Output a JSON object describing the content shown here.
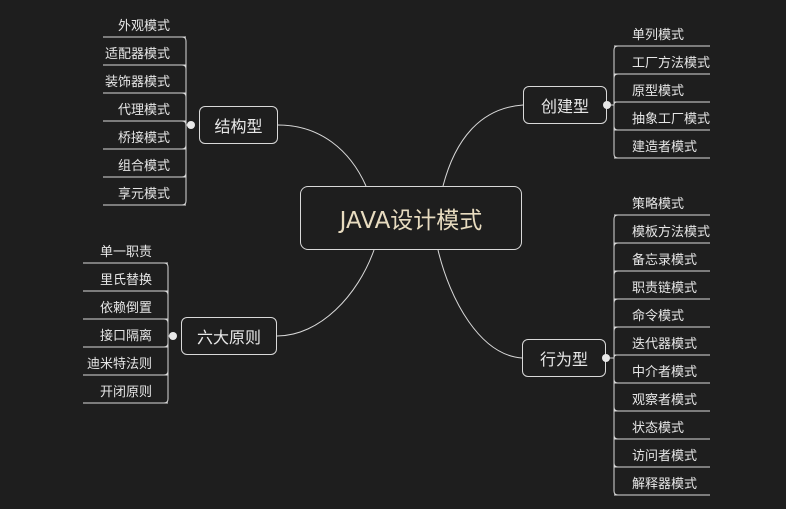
{
  "root": {
    "label": "JAVA设计模式"
  },
  "branches": {
    "creational": {
      "label": "创建型",
      "items": [
        "单列模式",
        "工厂方法模式",
        "原型模式",
        "抽象工厂模式",
        "建造者模式"
      ]
    },
    "behavioral": {
      "label": "行为型",
      "items": [
        "策略模式",
        "模板方法模式",
        "备忘录模式",
        "职责链模式",
        "命令模式",
        "迭代器模式",
        "中介者模式",
        "观察者模式",
        "状态模式",
        "访问者模式",
        "解释器模式"
      ]
    },
    "structural": {
      "label": "结构型",
      "items": [
        "外观模式",
        "适配器模式",
        "装饰器模式",
        "代理模式",
        "桥接模式",
        "组合模式",
        "享元模式"
      ]
    },
    "principles": {
      "label": "六大原则",
      "items": [
        "单一职责",
        "里氏替换",
        "依赖倒置",
        "接口隔离",
        "迪米特法则",
        "开闭原则"
      ]
    }
  },
  "colors": {
    "background": "#1e1e1e",
    "line": "#d9d9d9",
    "root_text": "#e8dcc0",
    "text": "#e6e6e6"
  }
}
